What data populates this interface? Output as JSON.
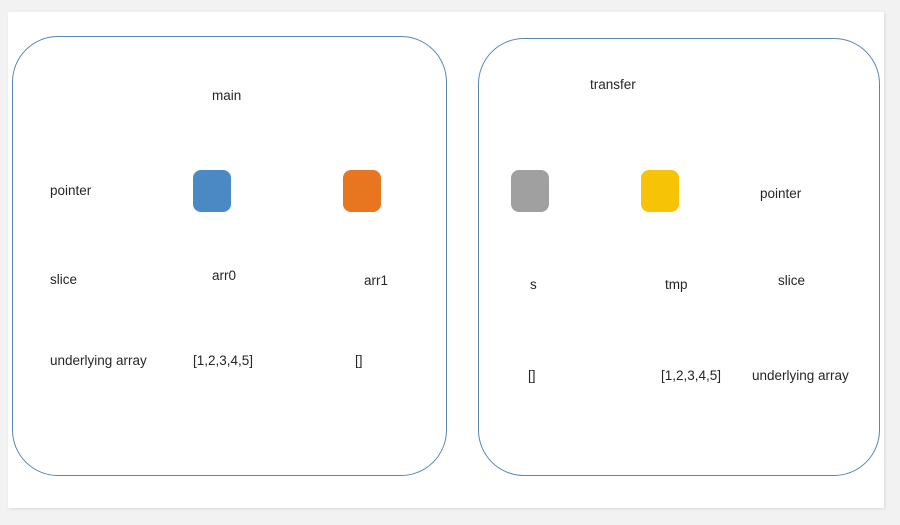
{
  "diagram": {
    "title_main": "main",
    "title_transfer": "transfer",
    "row_labels_left": {
      "pointer": "pointer",
      "slice": "slice",
      "underlying_array": "underlying array"
    },
    "row_labels_right": {
      "pointer": "pointer",
      "slice": "slice",
      "underlying_array": "underlying array"
    },
    "variables": [
      {
        "id": "arr0",
        "scope": "main",
        "name": "arr0",
        "value": "[1,2,3,4,5]",
        "box_color": "#4a89c4"
      },
      {
        "id": "arr1",
        "scope": "main",
        "name": "arr1",
        "value": "[]",
        "box_color": "#e8751f"
      },
      {
        "id": "s",
        "scope": "transfer",
        "name": "s",
        "value": "[]",
        "box_color": "#a0a0a0"
      },
      {
        "id": "tmp",
        "scope": "transfer",
        "name": "tmp",
        "value": "[1,2,3,4,5]",
        "box_color": "#f6c306"
      }
    ],
    "colors": {
      "frame_stroke": "#5b84b1",
      "arrow_stroke": "#7ba7d7",
      "text": "#262626",
      "page_background": "#f2f2f3",
      "card_background": "#ffffff"
    }
  }
}
